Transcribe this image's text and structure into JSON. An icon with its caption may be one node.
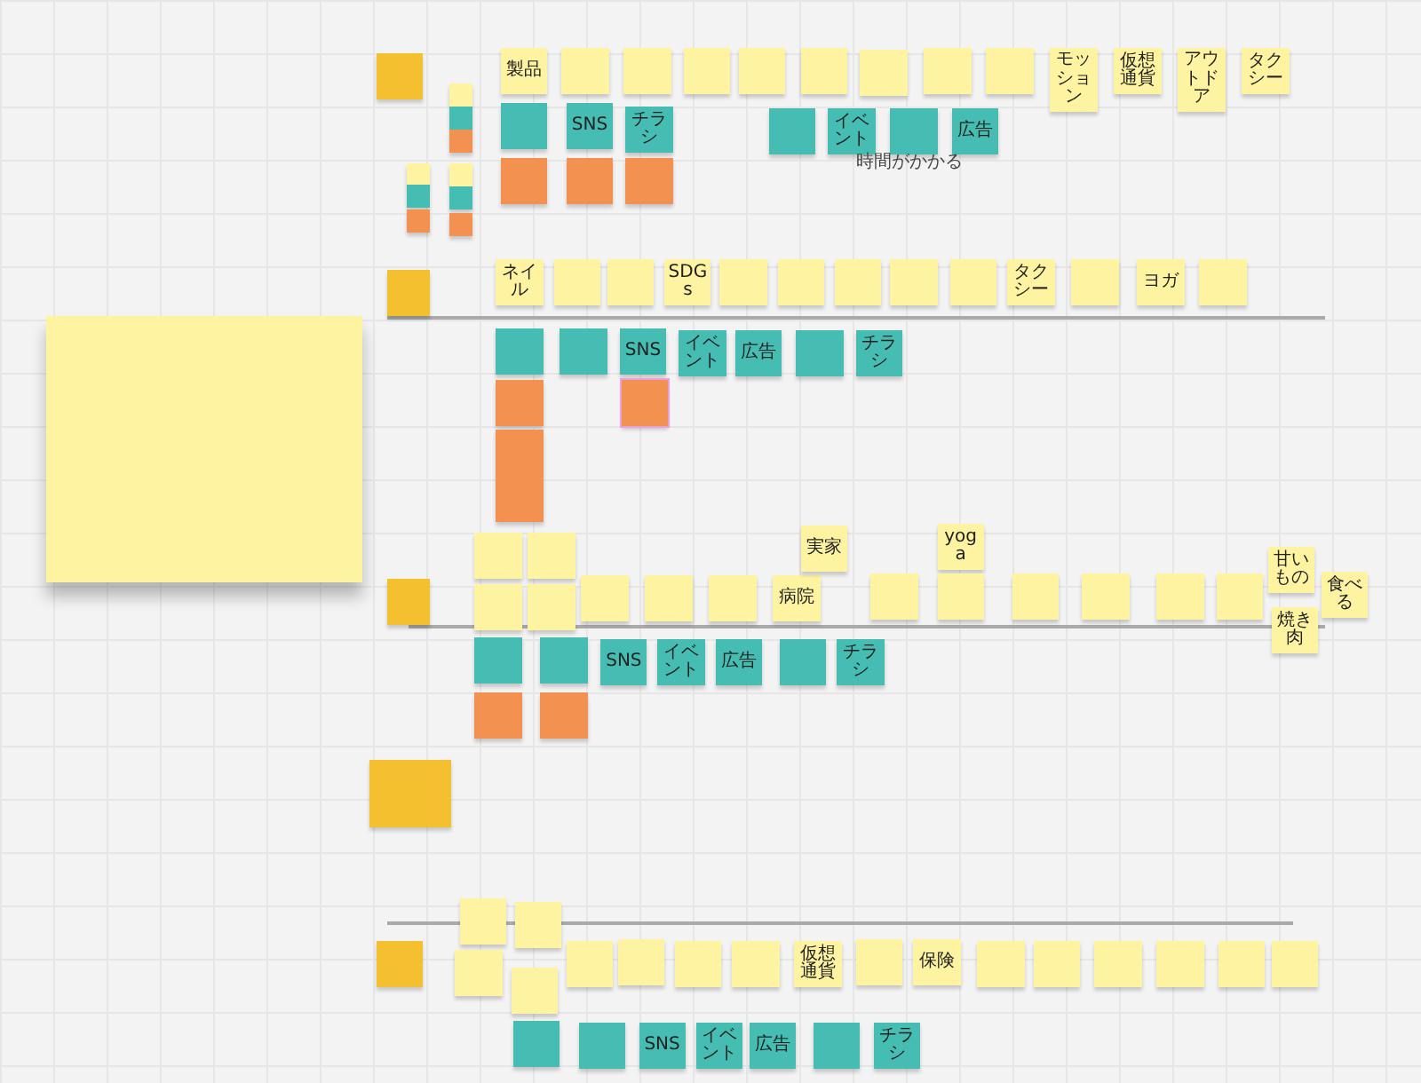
{
  "diagram": {
    "nodes": [
      {
        "text": [],
        "shape": "box"
      },
      {
        "text": [
          "製品"
        ]
      },
      {
        "text": [],
        "shape": "box"
      },
      {
        "text": [],
        "shape": "box"
      },
      {
        "text": [],
        "shape": "box"
      },
      {
        "text": [],
        "shape": "box"
      },
      {
        "text": [],
        "shape": "box"
      },
      {
        "text": [],
        "shape": "box"
      },
      {
        "text": [],
        "shape": "box"
      },
      {
        "text": [],
        "shape": "box"
      },
      {
        "text": [
          "モッション"
        ]
      },
      {
        "text": [
          "仮想通貨"
        ]
      },
      {
        "text": [
          "アウトドア"
        ]
      },
      {
        "text": [
          "タクシー"
        ]
      },
      {
        "text": [],
        "shape": "box"
      },
      {
        "text": [],
        "shape": "box"
      },
      {
        "text": [],
        "shape": "box"
      },
      {
        "text": [],
        "shape": "box"
      },
      {
        "text": [],
        "shape": "box"
      },
      {
        "text": [],
        "shape": "box"
      },
      {
        "text": [],
        "shape": "box"
      },
      {
        "text": [],
        "shape": "box"
      },
      {
        "text": [],
        "shape": "box"
      },
      {
        "text": [],
        "shape": "box"
      },
      {
        "text": [
          "SNS"
        ]
      },
      {
        "text": [
          "チラシ"
        ]
      },
      {
        "text": [],
        "shape": "box"
      },
      {
        "text": [
          "イベント"
        ]
      },
      {
        "text": [],
        "shape": "box"
      },
      {
        "text": [
          "広告"
        ]
      },
      {
        "text": [],
        "shape": "box"
      },
      {
        "text": [],
        "shape": "box"
      },
      {
        "text": [],
        "shape": "box"
      },
      {
        "text": [],
        "shape": "box"
      },
      {
        "text": [
          "ネイル"
        ]
      },
      {
        "text": [],
        "shape": "box"
      },
      {
        "text": [],
        "shape": "box"
      },
      {
        "text": [
          "SDGs"
        ]
      },
      {
        "text": [],
        "shape": "box"
      },
      {
        "text": [],
        "shape": "box"
      },
      {
        "text": [],
        "shape": "box"
      },
      {
        "text": [],
        "shape": "box"
      },
      {
        "text": [],
        "shape": "box"
      },
      {
        "text": [
          "タクシー"
        ]
      },
      {
        "text": [],
        "shape": "box"
      },
      {
        "text": [
          "ヨガ"
        ]
      },
      {
        "text": [],
        "shape": "box"
      },
      {
        "text": [],
        "shape": "box"
      },
      {
        "text": [],
        "shape": "box"
      },
      {
        "text": [
          "SNS"
        ]
      },
      {
        "text": [
          "イベント"
        ]
      },
      {
        "text": [
          "広告"
        ]
      },
      {
        "text": [],
        "shape": "box"
      },
      {
        "text": [
          "チラシ"
        ]
      },
      {
        "text": [],
        "shape": "box"
      },
      {
        "text": [],
        "shape": "box"
      },
      {
        "text": [],
        "shape": "box"
      },
      {
        "text": [],
        "shape": "box"
      },
      {
        "text": [],
        "shape": "box"
      },
      {
        "text": [],
        "shape": "box"
      },
      {
        "text": [],
        "shape": "box"
      },
      {
        "text": [],
        "shape": "box"
      },
      {
        "text": [],
        "shape": "box"
      },
      {
        "text": [],
        "shape": "box"
      },
      {
        "text": [],
        "shape": "box"
      },
      {
        "text": [],
        "shape": "box"
      },
      {
        "text": [],
        "shape": "box"
      },
      {
        "text": [
          "病院"
        ]
      },
      {
        "text": [
          "実家"
        ]
      },
      {
        "text": [],
        "shape": "box"
      },
      {
        "text": [
          "yoga"
        ]
      },
      {
        "text": [],
        "shape": "box"
      },
      {
        "text": [],
        "shape": "box"
      },
      {
        "text": [],
        "shape": "box"
      },
      {
        "text": [],
        "shape": "box"
      },
      {
        "text": [],
        "shape": "box"
      },
      {
        "text": [
          "甘いもの"
        ]
      },
      {
        "text": [
          "食べる"
        ]
      },
      {
        "text": [
          "焼き肉"
        ]
      },
      {
        "text": [],
        "shape": "box"
      },
      {
        "text": [],
        "shape": "box"
      },
      {
        "text": [
          "SNS"
        ]
      },
      {
        "text": [
          "イベント"
        ]
      },
      {
        "text": [
          "広告"
        ]
      },
      {
        "text": [],
        "shape": "box"
      },
      {
        "text": [
          "チラシ"
        ]
      },
      {
        "text": [],
        "shape": "box"
      },
      {
        "text": [],
        "shape": "box"
      },
      {
        "text": [],
        "shape": "box"
      },
      {
        "text": [],
        "shape": "box"
      },
      {
        "text": [],
        "shape": "box"
      },
      {
        "text": [],
        "shape": "box"
      },
      {
        "text": [],
        "shape": "box"
      },
      {
        "text": [],
        "shape": "box"
      },
      {
        "text": [],
        "shape": "box"
      },
      {
        "text": [],
        "shape": "box"
      },
      {
        "text": [],
        "shape": "box"
      },
      {
        "text": [],
        "shape": "box"
      },
      {
        "text": [
          "仮想通貨"
        ]
      },
      {
        "text": [],
        "shape": "box"
      },
      {
        "text": [
          "保険"
        ]
      },
      {
        "text": [],
        "shape": "box"
      },
      {
        "text": [],
        "shape": "box"
      },
      {
        "text": [],
        "shape": "box"
      },
      {
        "text": [],
        "shape": "box"
      },
      {
        "text": [],
        "shape": "box"
      },
      {
        "text": [],
        "shape": "box"
      },
      {
        "text": [],
        "shape": "box"
      },
      {
        "text": [],
        "shape": "box"
      },
      {
        "text": [
          "SNS"
        ]
      },
      {
        "text": [
          "イベント"
        ]
      },
      {
        "text": [
          "広告"
        ]
      },
      {
        "text": [],
        "shape": "box"
      },
      {
        "text": [
          "チラシ"
        ]
      }
    ],
    "labels": [
      "時間がかかる"
    ]
  }
}
